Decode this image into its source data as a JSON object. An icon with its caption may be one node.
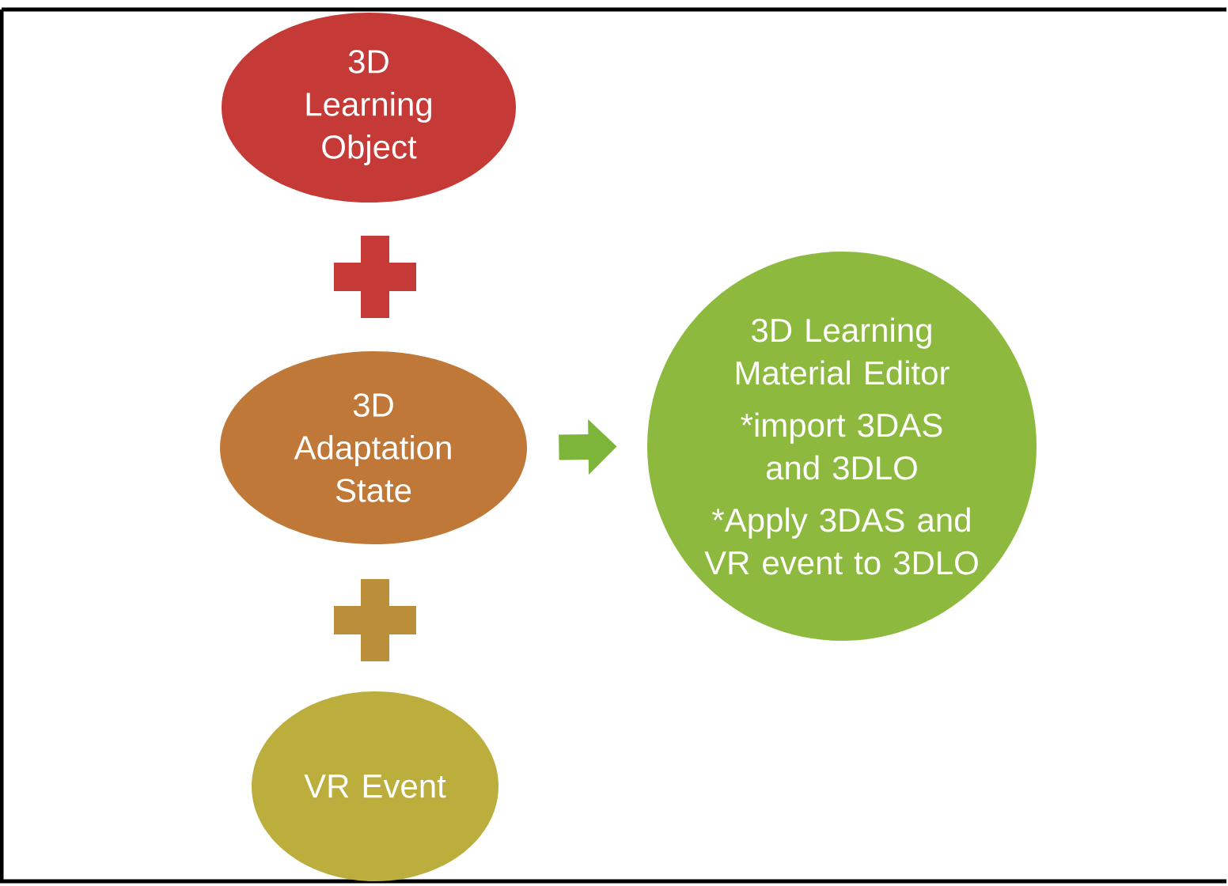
{
  "diagram": {
    "nodes": [
      {
        "text": [
          "3D Learning Object"
        ]
      },
      {
        "text": [
          "3D Adaptation State"
        ]
      },
      {
        "text": [
          "VR Event"
        ]
      },
      {
        "text": [
          "3D Learning Material Editor",
          "*import 3DAS and 3DLO",
          "*Apply 3DAS and VR event to 3DLO"
        ]
      }
    ],
    "edges": [
      {
        "from": 1,
        "to": 3,
        "arrow": "to"
      }
    ]
  }
}
